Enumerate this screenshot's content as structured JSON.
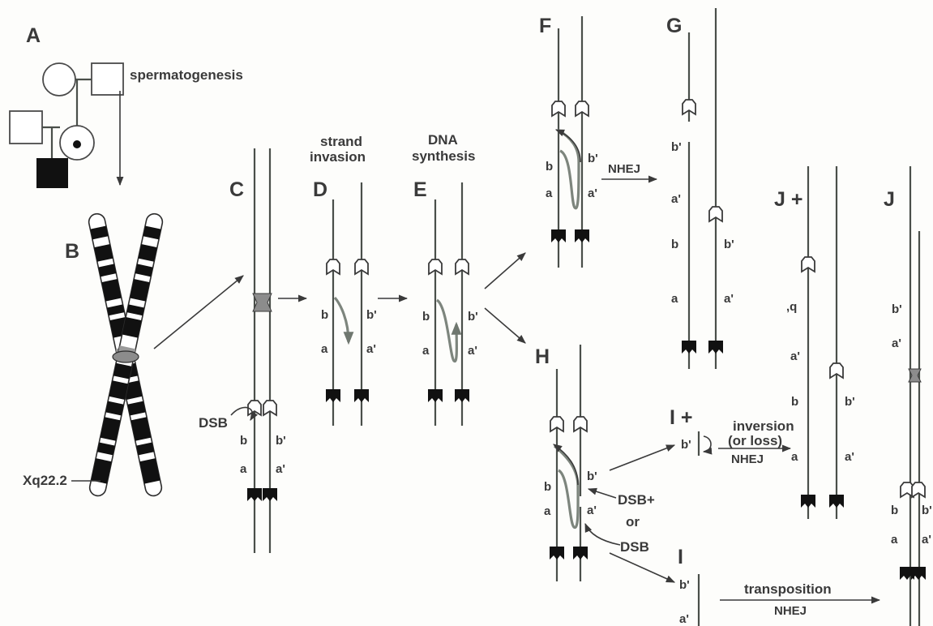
{
  "panels": {
    "A": "A",
    "B": "B",
    "C": "C",
    "D": "D",
    "E": "E",
    "F": "F",
    "G": "G",
    "H": "H",
    "I_plus": "I +",
    "I": "I",
    "J_plus": "J +",
    "J": "J"
  },
  "headings": {
    "spermatogenesis": "spermatogenesis",
    "strand": "strand",
    "invasion": "invasion",
    "dna": "DNA",
    "synthesis": "synthesis"
  },
  "texts": {
    "xq": "Xq22.2",
    "dsb": "DSB",
    "nhej": "NHEJ",
    "dsb_plus": "DSB+",
    "or": "or",
    "inversion": "inversion",
    "or_loss": "(or loss)",
    "transposition": "transposition"
  },
  "markers": {
    "a": "a",
    "b": "b",
    "a_p": "a'",
    "b_p": "b'",
    "q": ",q"
  },
  "colors": {
    "ink": "#3a3a3a",
    "strand": "#4a4f4a",
    "synthesis": "#7d857d",
    "centromere": "#8c8c8c",
    "affected": "#111111"
  }
}
